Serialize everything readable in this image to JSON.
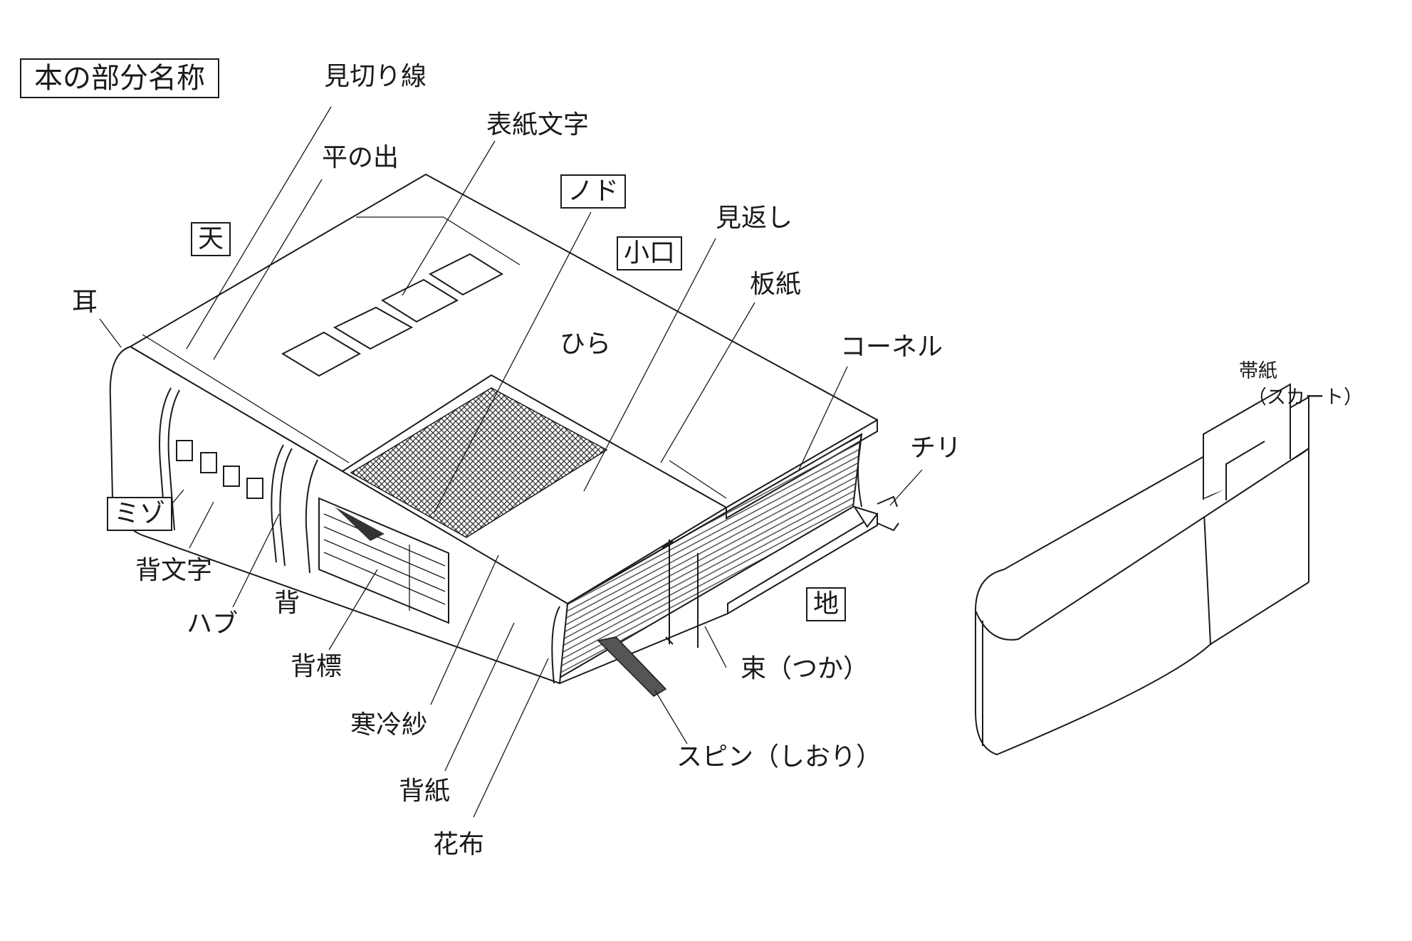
{
  "title": "本の部分名称",
  "labels": {
    "mikiri_sen": "見切り線",
    "hira_no_de": "平の出",
    "hyoshi_moji": "表紙文字",
    "nodo": "ノド",
    "kikaeshi": "見返し",
    "ten": "天",
    "koguchi": "小口",
    "itagami": "板紙",
    "mimi": "耳",
    "hira": "ひら",
    "corner": "コーネル",
    "chiri": "チリ",
    "mizo": "ミゾ",
    "se_moji": "背文字",
    "hub": "ハブ",
    "se": "背",
    "chi": "地",
    "sehyo": "背標",
    "tsuka": "束（つか）",
    "kanreisha": "寒冷紗",
    "spin": "スピン（しおり）",
    "segami": "背紙",
    "hanagire": "花布",
    "obigami_1": "帯紙",
    "obigami_2": "（スカート）"
  }
}
